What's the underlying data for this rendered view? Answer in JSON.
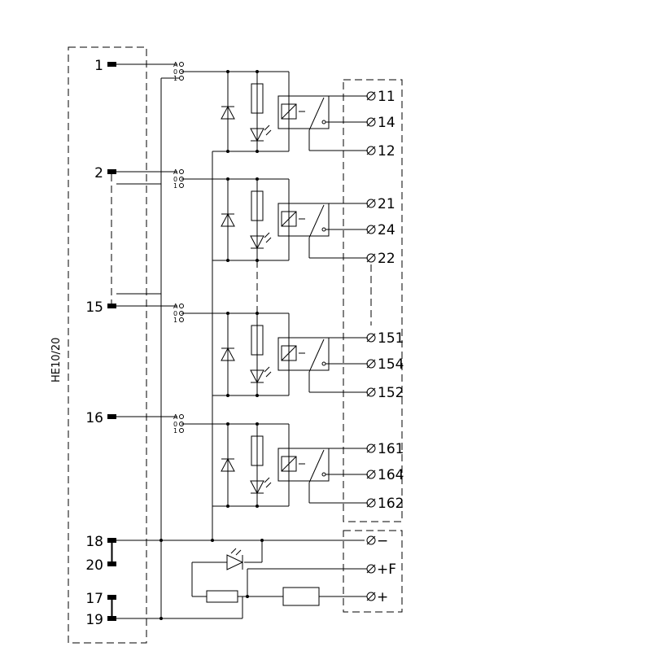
{
  "connector_label": "HE10/20",
  "pins": {
    "p1": "1",
    "p2": "2",
    "p15": "15",
    "p16": "16",
    "p18": "18",
    "p20": "20",
    "p17": "17",
    "p19": "19"
  },
  "switch_positions": [
    "A",
    "0",
    "1"
  ],
  "channels": [
    {
      "terminals": [
        "11",
        "14",
        "12"
      ]
    },
    {
      "terminals": [
        "21",
        "24",
        "22"
      ]
    },
    {
      "terminals": [
        "151",
        "154",
        "152"
      ]
    },
    {
      "terminals": [
        "161",
        "164",
        "162"
      ]
    }
  ],
  "power_terminals": [
    "−",
    "+F",
    "+"
  ]
}
